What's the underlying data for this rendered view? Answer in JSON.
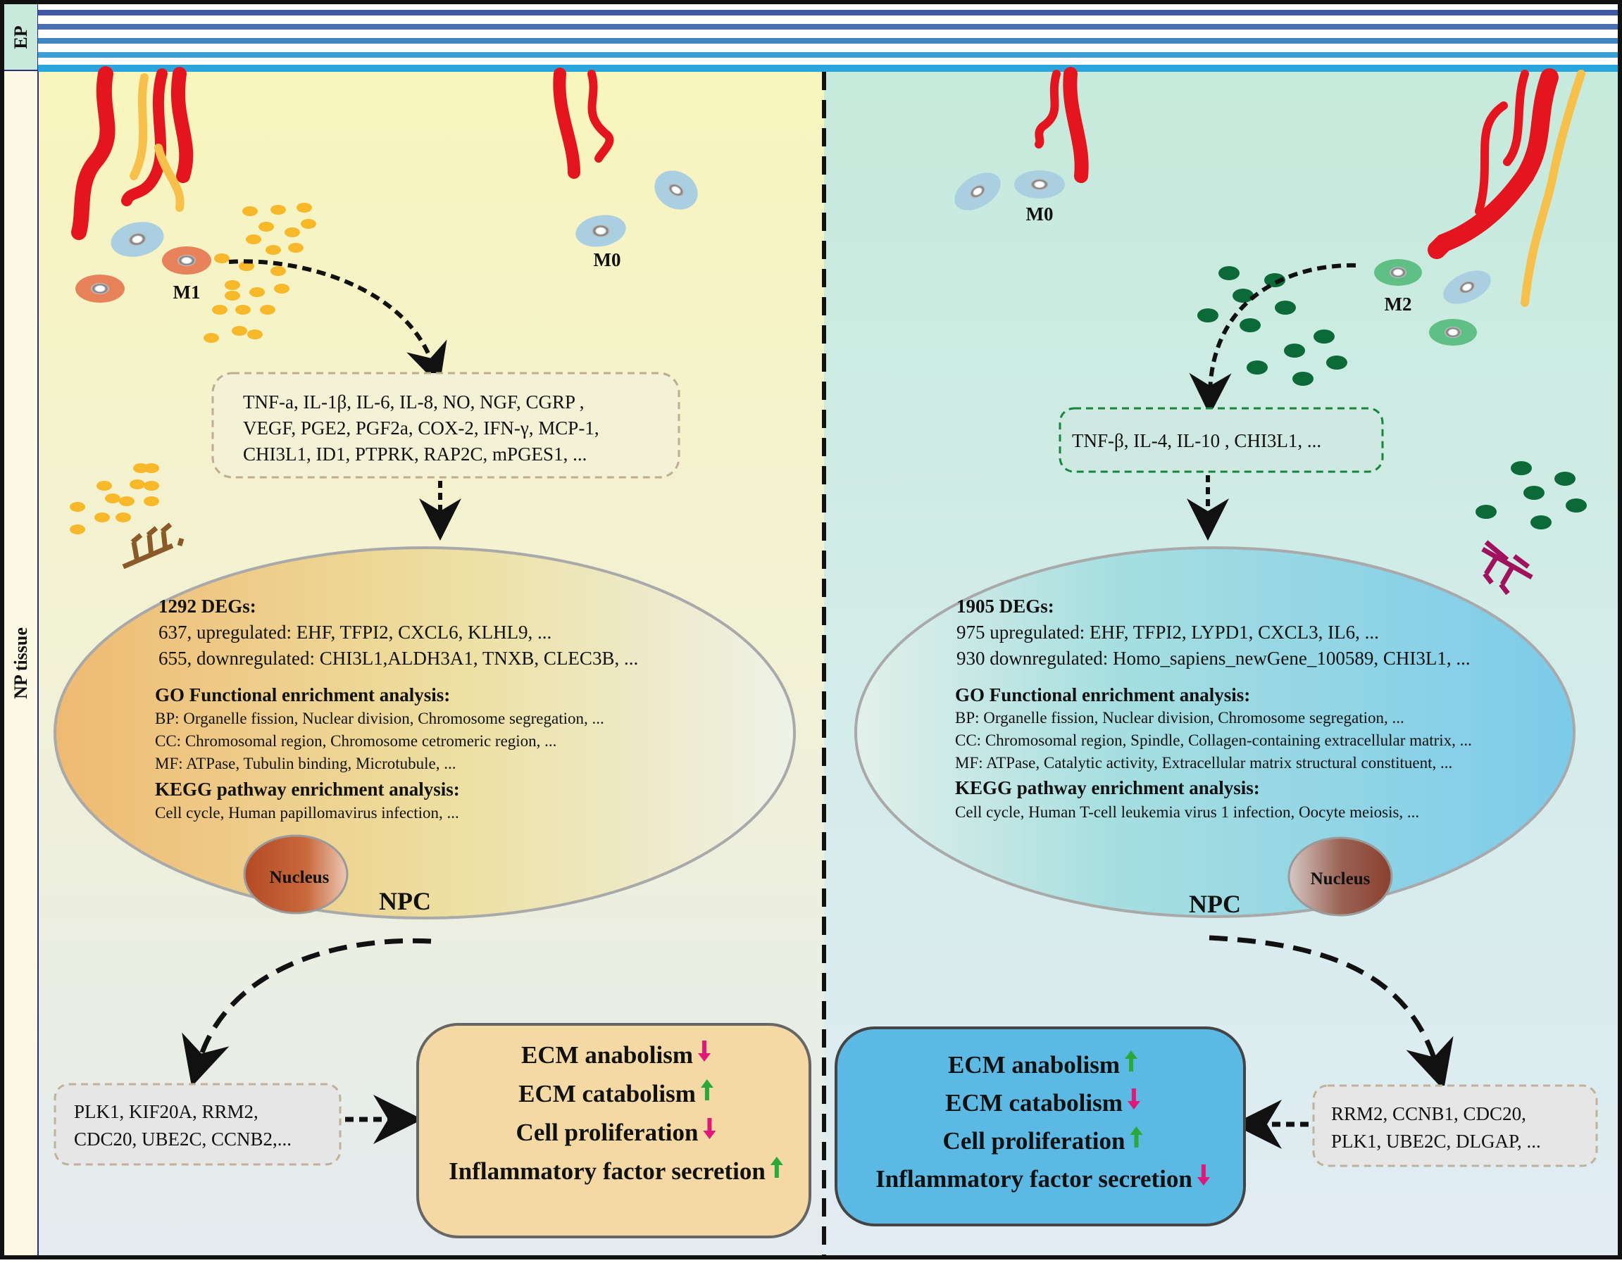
{
  "labels": {
    "ep": "EP",
    "np_tissue": "NP tissue"
  },
  "left": {
    "m1_label": "M1",
    "m0_label": "M0",
    "factors": [
      "TNF-a, IL-1β, IL-6, IL-8, NO, NGF, CGRP ,",
      "VEGF, PGE2, PGF2a,  COX-2, IFN-γ, MCP-1,",
      "CHI3L1, ID1, PTPRK, RAP2C, mPGES1, ..."
    ],
    "degs_title": "1292 DEGs:",
    "degs_up": "637, upregulated: EHF, TFPI2, CXCL6, KLHL9, ...",
    "degs_down": "655, downregulated: CHI3L1,ALDH3A1, TNXB, CLEC3B, ...",
    "go_title": "GO Functional enrichment analysis:",
    "go_bp": "BP: Organelle fission, Nuclear division, Chromosome segregation, ...",
    "go_cc": "CC: Chromosomal region, Chromosome cetromeric region, ...",
    "go_mf": "MF: ATPase, Tubulin binding, Microtubule, ...",
    "kegg_title": "KEGG pathway enrichment analysis:",
    "kegg_text": "Cell cycle, Human papillomavirus infection, ...",
    "nucleus": "Nucleus",
    "npc": "NPC",
    "genes": [
      "PLK1, KIF20A, RRM2,",
      "CDC20, UBE2C, CCNB2,..."
    ],
    "outcomes": [
      {
        "text": "ECM anabolism",
        "direction": "down"
      },
      {
        "text": "ECM catabolism",
        "direction": "up"
      },
      {
        "text": "Cell proliferation",
        "direction": "down"
      },
      {
        "text": "Inflammatory factor secretion",
        "direction": "up"
      }
    ]
  },
  "right": {
    "m0_label": "M0",
    "m2_label": "M2",
    "factors": [
      "TNF-β, IL-4, IL-10 ,  CHI3L1, ..."
    ],
    "degs_title": "1905 DEGs:",
    "degs_up": "975 upregulated: EHF, TFPI2, LYPD1, CXCL3, IL6, ...",
    "degs_down": "930 downregulated: Homo_sapiens_newGene_100589, CHI3L1, ...",
    "go_title": "GO Functional enrichment analysis:",
    "go_bp": "BP: Organelle fission, Nuclear division, Chromosome segregation, ...",
    "go_cc": "CC: Chromosomal region, Spindle, Collagen-containing extracellular matrix, ...",
    "go_mf": "MF: ATPase, Catalytic activity, Extracellular matrix structural constituent, ...",
    "kegg_title": "KEGG pathway enrichment analysis:",
    "kegg_text": "Cell cycle, Human T-cell leukemia virus 1 infection, Oocyte meiosis, ...",
    "nucleus": "Nucleus",
    "npc": "NPC",
    "genes": [
      "RRM2, CCNB1, CDC20,",
      "PLK1, UBE2C, DLGAP, ..."
    ],
    "outcomes": [
      {
        "text": "ECM anabolism",
        "direction": "up"
      },
      {
        "text": "ECM catabolism",
        "direction": "down"
      },
      {
        "text": "Cell proliferation",
        "direction": "up"
      },
      {
        "text": "Inflammatory factor secretion",
        "direction": "down"
      }
    ]
  },
  "colors": {
    "up_arrow": "#2aa839",
    "down_arrow": "#e0187a",
    "m1_cell": "#e8825a",
    "m0_cell": "#a9cfe0",
    "m2_cell": "#5fbf85",
    "vessel": "#e4151f",
    "nerve": "#f7c04a",
    "left_bg": "#f7f3c4",
    "right_bg": "#c8eadb"
  }
}
